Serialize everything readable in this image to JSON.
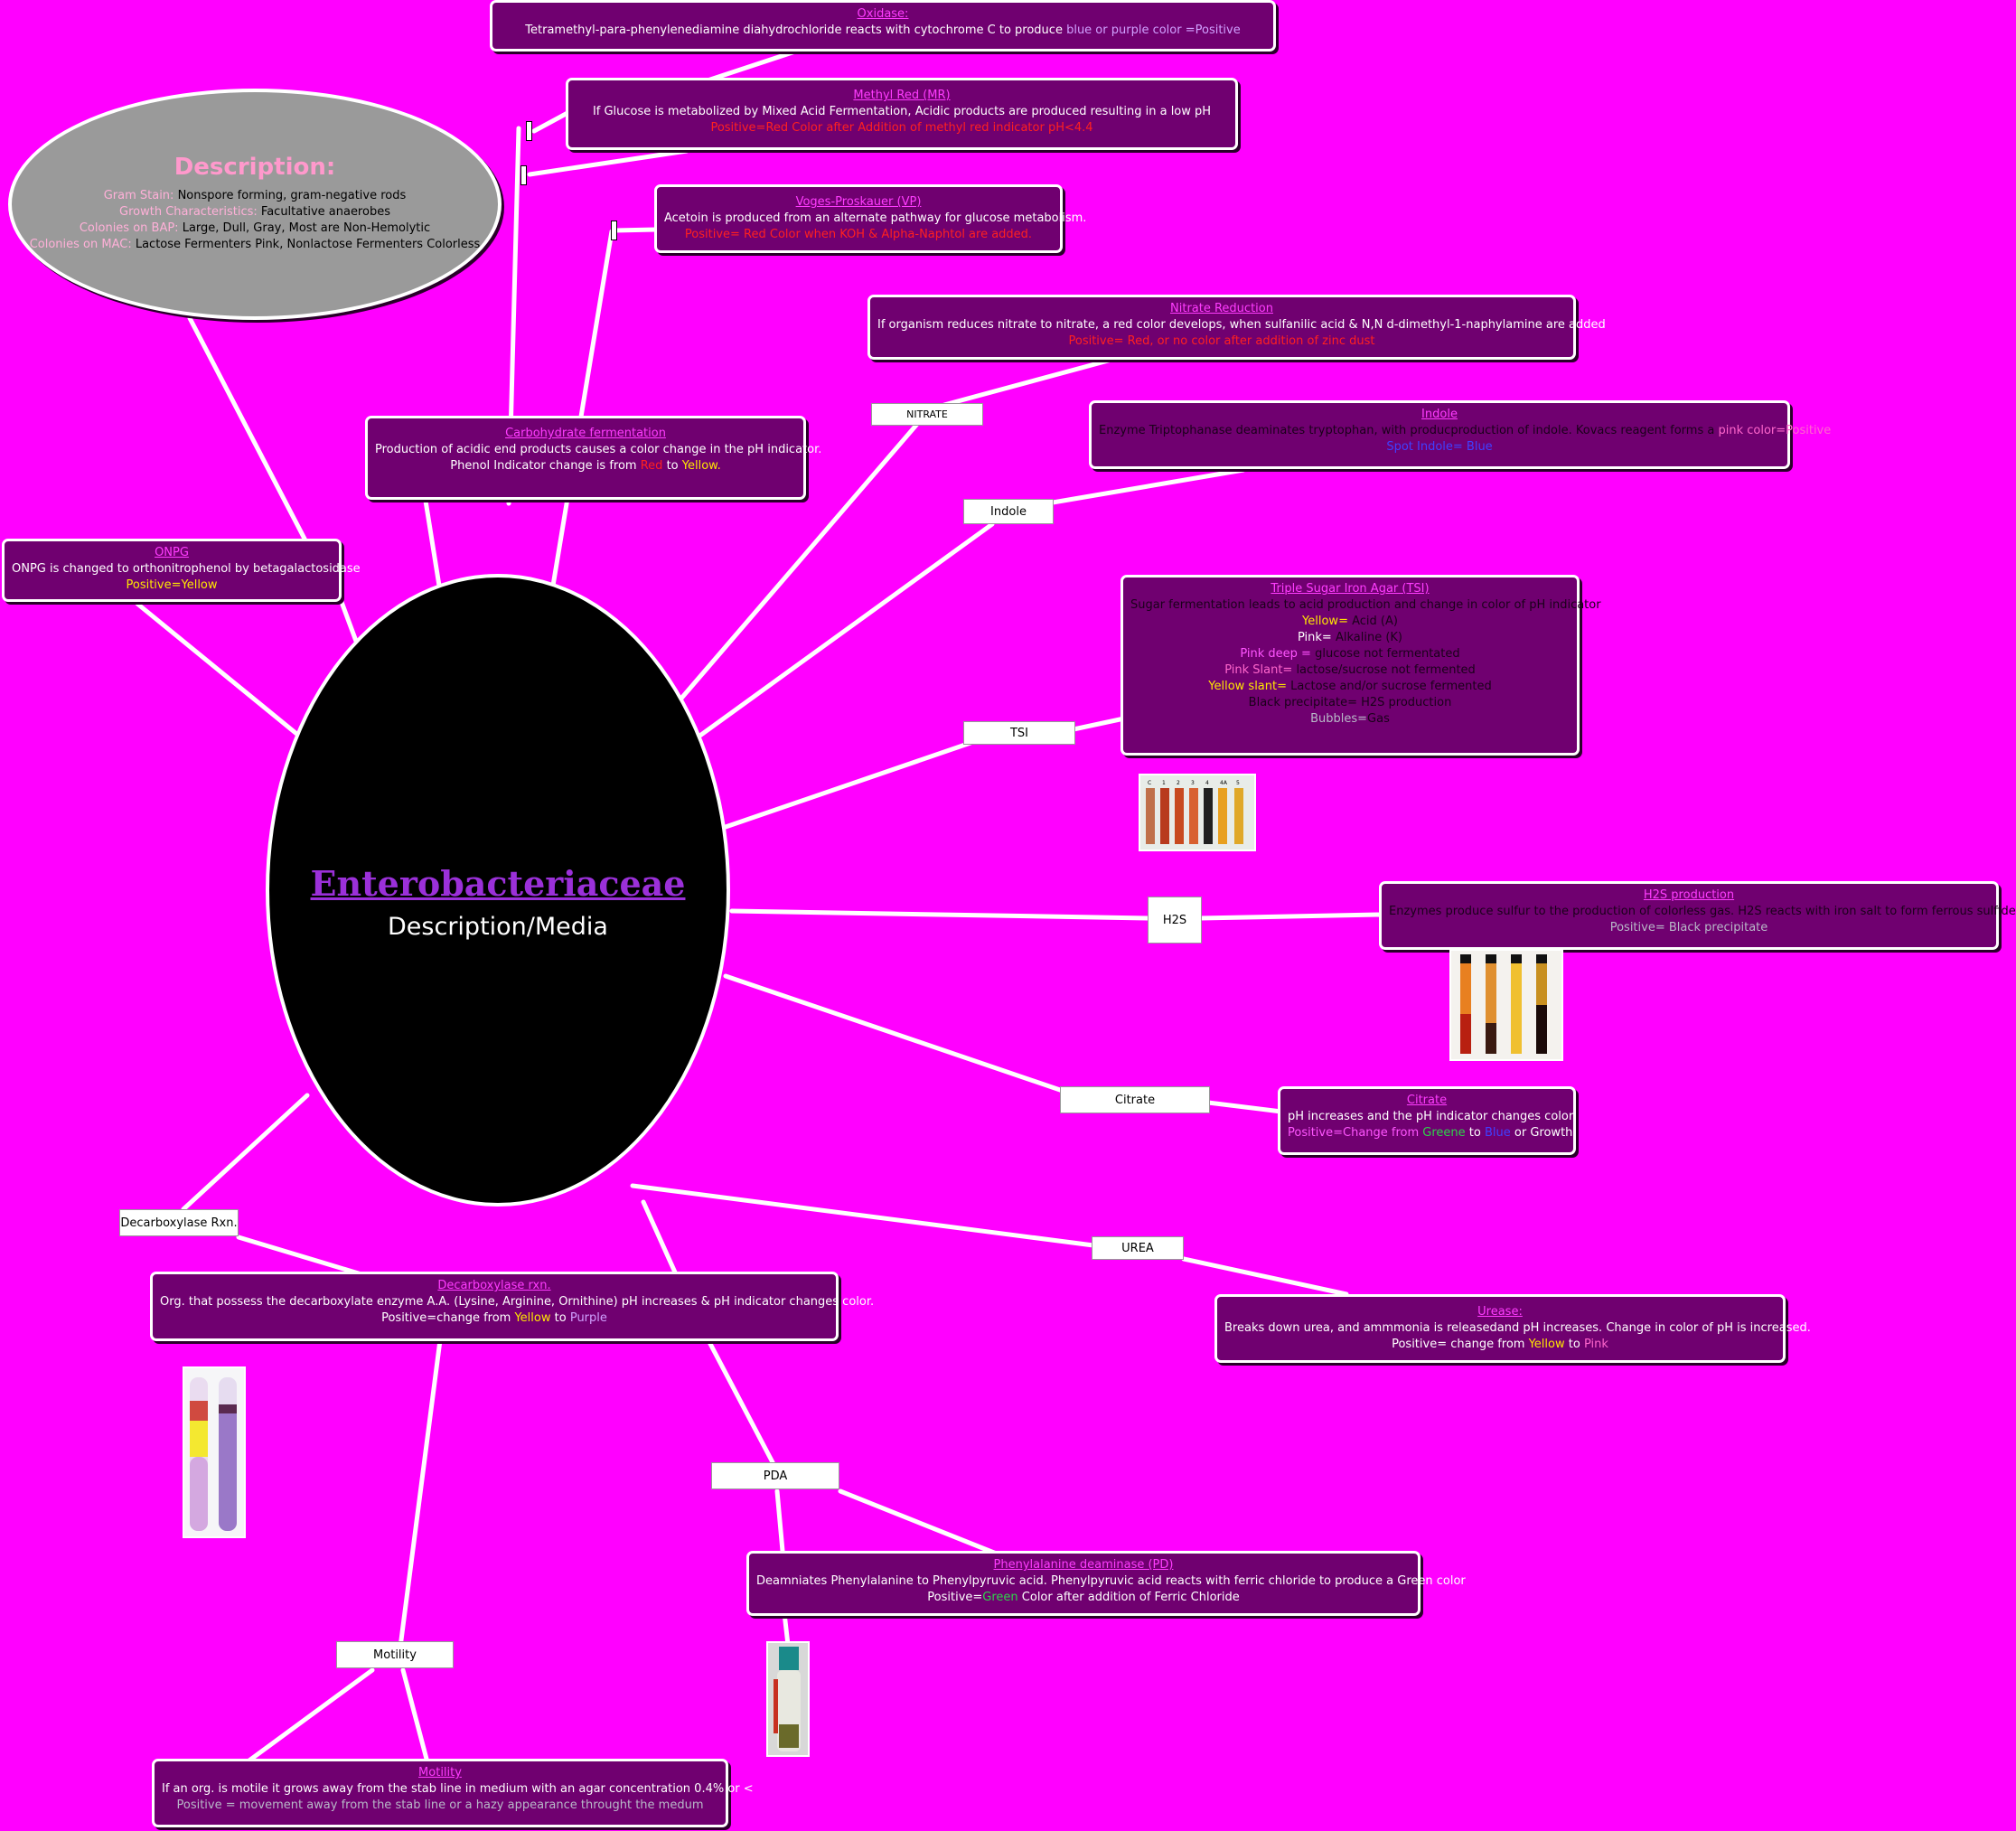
{
  "center": {
    "title": "Enterobacteriaceae",
    "subtitle": "Description/Media"
  },
  "description": {
    "title": "Description:",
    "lines": [
      {
        "key": "Gram Stain:",
        "value": "Nonspore forming, gram-negative rods"
      },
      {
        "key": "Growth Characteristics:",
        "value": "Facultative anaerobes"
      },
      {
        "key": "Colonies on BAP:",
        "value": "Large, Dull, Gray, Most are Non-Hemolytic"
      },
      {
        "key": "Colonies on MAC:",
        "value": "Lactose Fermenters Pink, Nonlactose Fermenters Colorless"
      }
    ]
  },
  "labels": {
    "nitrate": "NITRATE",
    "indole": "Indole",
    "tsi": "TSI",
    "h2s": "H2S",
    "citrate": "Citrate",
    "urea": "UREA",
    "pda": "PDA",
    "decarboxylase": "Decarboxylase Rxn.",
    "motility": "Motility"
  },
  "boxes": {
    "oxidase": {
      "title": "Oxidase:",
      "line1": "Tetramethyl-para-phenylenediamine diahydrochloride reacts with cytochrome C to produce ",
      "line1_hl": "blue or purple color =Positive"
    },
    "methyl_red": {
      "title": "Methyl Red (MR)",
      "line1": "If Glucose is metabolized by Mixed Acid Fermentation, Acidic products are produced resulting in a low pH",
      "line2": "Positive=Red Color after Addition of methyl red indicator pH<4.4"
    },
    "vp": {
      "title": "Voges-Proskauer (VP)",
      "line1": "Acetoin is produced from an alternate pathway for glucose metabolism.",
      "line2": "Positive= Red Color when KOH & Alpha-Naphtol are added."
    },
    "nitrate": {
      "title": "Nitrate Reduction",
      "line1": "If organism reduces nitrate to nitrate, a red color develops, when sulfanilic acid & N,N d-dimethyl-1-naphylamine are added",
      "line2": "Positive= Red, or no color after addition of zinc dust"
    },
    "indole": {
      "title": "Indole",
      "line1a": "Enzyme Triptophanase deaminates tryptophan, with producproduction of indole. Kovacs reagent forms a ",
      "line1b": "pink color=Positive",
      "line2": "Spot Indole= Blue"
    },
    "carbs": {
      "title": "Carbohydrate fermentation",
      "line1": "Production of acidic end products causes a color change in the pH indicator.",
      "line2a": "Phenol Indicator change is from ",
      "line2b": "Red",
      "line2c": " to ",
      "line2d": "Yellow."
    },
    "onpg": {
      "title": "ONPG",
      "line1": "ONPG is changed to orthonitrophenol by betagalactosidase",
      "line2": "Positive=Yellow"
    },
    "tsi": {
      "title": "Triple Sugar Iron Agar (TSI)",
      "line1": "Sugar fermentation leads to acid production and change in color of pH indicator",
      "r1k": "Yellow=",
      "r1v": " Acid (A)",
      "r2k": "Pink=",
      "r2v": " Alkaline (K)",
      "r3k": "Pink deep =",
      "r3v": " glucose not fermentated",
      "r4k": "Pink Slant=",
      "r4v": " lactose/sucrose not fermented",
      "r5k": "Yellow slant=",
      "r5v": " Lactose and/or sucrose fermented",
      "r6": "Black precipitate= H2S production",
      "r7k": "Bubbles=",
      "r7v": "Gas"
    },
    "h2s": {
      "title": "H2S production",
      "line1": "Enzymes produce sulfur to the production of colorless gas. H2S reacts with iron salt to form ferrous sulfide",
      "line2": "Positive= Black precipitate"
    },
    "citrate": {
      "title": "Citrate",
      "line1": "pH increases and the pH indicator changes color",
      "l2a": "Positive=Change from ",
      "l2b": "Greene",
      "l2c": " to ",
      "l2d": "Blue",
      "l2e": " or Growth"
    },
    "urease": {
      "title": "Urease:",
      "line1": "Breaks down urea, and ammmonia is releasedand pH increases. Change in color of pH is increased.",
      "l2a": "Positive= change from ",
      "l2b": "Yellow",
      "l2c": " to ",
      "l2d": "Pink"
    },
    "decarbox": {
      "title": "Decarboxylase rxn.",
      "line1": "Org. that possess the decarboxylate enzyme A.A. (Lysine, Arginine, Ornithine) pH increases & pH indicator changes color.",
      "l2a": "Positive=change from ",
      "l2b": "Yellow",
      "l2c": " to ",
      "l2d": "Purple"
    },
    "pd": {
      "title": "Phenylalanine deaminase (PD)",
      "line1": "Deamniates Phenylalanine to Phenylpyruvic acid. Phenylpyruvic acid reacts with ferric chloride to produce a Green color",
      "l2a": "Positive=",
      "l2b": "Green",
      "l2c": " Color after addition of Ferric Chloride"
    },
    "motility": {
      "title": "Motility",
      "line1": "If an org. is motile it grows away from the stab line in medium with an agar concentration  0.4% or <",
      "line2": "Positive = movement away from the stab line or a hazy appearance throught the medum"
    }
  },
  "tsi_tube_labels": [
    "C",
    "1",
    "2",
    "3",
    "4",
    "4A",
    "5"
  ],
  "colors": {
    "background": "#ff00ff",
    "box": "#700070",
    "title": "#9b30d9"
  }
}
